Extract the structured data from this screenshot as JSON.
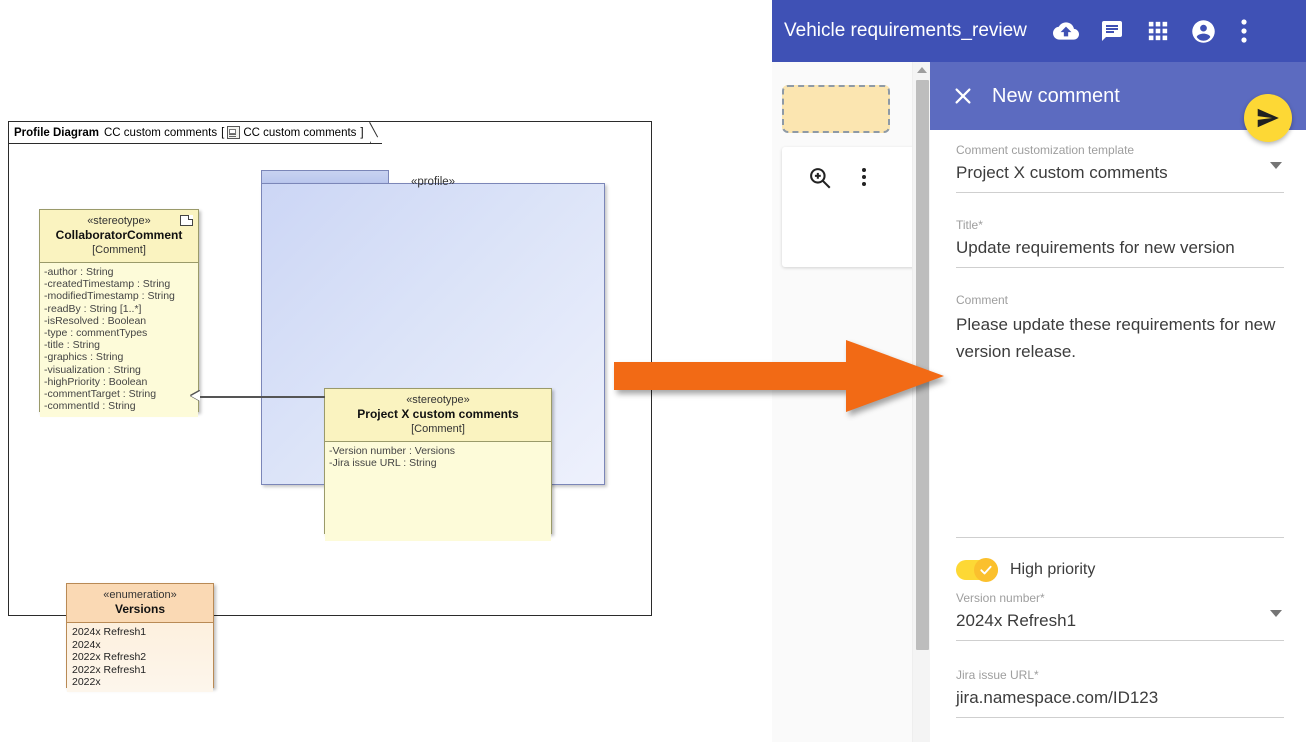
{
  "diagram": {
    "frame": {
      "kind": "Profile Diagram",
      "name": "CC custom comments",
      "bracket_open": "[",
      "icon": "diagram-mini-icon",
      "context": "CC custom comments",
      "bracket_close": "]"
    },
    "package": {
      "stereotype": "«profile»"
    },
    "classes": [
      {
        "id": "collaborator-comment",
        "stereotype": "«stereotype»",
        "name": "CollaboratorComment",
        "base": "[Comment]",
        "icon": "note-icon",
        "attributes": [
          "-author : String",
          "-createdTimestamp : String",
          "-modifiedTimestamp : String",
          "-readBy : String [1..*]",
          "-isResolved : Boolean",
          "-type : commentTypes",
          "-title : String",
          "-graphics : String",
          "-visualization : String",
          "-highPriority : Boolean",
          "-commentTarget : String",
          "-commentId : String"
        ]
      },
      {
        "id": "project-x",
        "stereotype": "«stereotype»",
        "name": "Project X custom comments",
        "base": "[Comment]",
        "attributes": [
          "-Version number : Versions",
          "-Jira issue URL : String"
        ]
      }
    ],
    "enumeration": {
      "stereotype": "«enumeration»",
      "name": "Versions",
      "literals": [
        "2024x Refresh1",
        "2024x",
        "2022x Refresh2",
        "2022x Refresh1",
        "2022x"
      ]
    },
    "relationship": "generalization"
  },
  "arrow": {
    "name": "transition-arrow",
    "color": "#F26A15"
  },
  "app": {
    "header": {
      "title": "Vehicle requirements_review",
      "background": "#3f51b5",
      "icons": [
        "cloud-upload-icon",
        "comment-icon",
        "apps-grid-icon",
        "account-circle-icon",
        "more-vert-icon"
      ]
    },
    "editor": {
      "sticky_note_color": "#fbe5b0",
      "toolbar_icons": [
        "zoom-in-icon",
        "more-vert-icon"
      ]
    },
    "panel": {
      "background": "#5c6bc0",
      "close_icon": "close-icon",
      "title": "New comment",
      "send_button": {
        "icon": "send-icon",
        "color": "#fdd835"
      },
      "fields": [
        {
          "label": "Comment customization template",
          "value": "Project X custom comments",
          "type": "select"
        },
        {
          "label": "Title*",
          "value": "Update requirements for new version",
          "type": "text"
        },
        {
          "label": "Comment",
          "value": "Please update these requirements for new version release.",
          "type": "textarea"
        }
      ],
      "toggle": {
        "label": "High priority",
        "on": true,
        "color": "#fdd835"
      },
      "fields_bottom": [
        {
          "label": "Version number*",
          "value": "2024x Refresh1",
          "type": "select"
        },
        {
          "label": "Jira issue URL*",
          "value": "jira.namespace.com/ID123",
          "type": "text"
        }
      ]
    }
  }
}
